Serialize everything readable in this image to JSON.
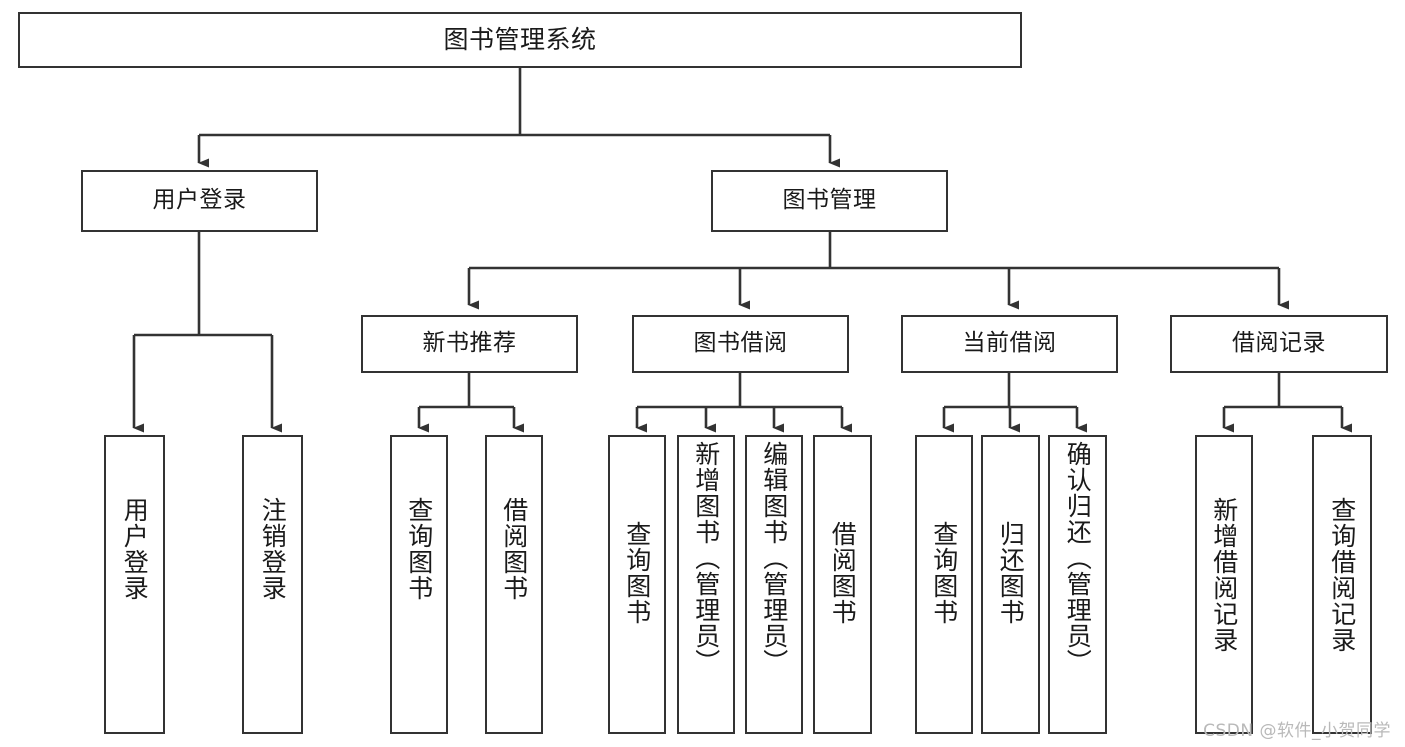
{
  "diagram": {
    "title": "图书管理系统",
    "type": "tree-hierarchy-chart",
    "orientation": "top-down",
    "colors": {
      "stroke": "#333333",
      "fill": "#ffffff",
      "text": "#1a1a1a",
      "watermark": "#b9b9b9"
    },
    "nodes": {
      "root": {
        "label": "图书管理系统",
        "level": 1
      },
      "level2": [
        {
          "id": "user-login",
          "label": "用户登录"
        },
        {
          "id": "book-manage",
          "label": "图书管理"
        }
      ],
      "level3": [
        {
          "id": "new-book-recommend",
          "label": "新书推荐"
        },
        {
          "id": "book-borrow",
          "label": "图书借阅"
        },
        {
          "id": "current-borrow",
          "label": "当前借阅"
        },
        {
          "id": "borrow-record",
          "label": "借阅记录"
        }
      ],
      "leaves": {
        "user-login": [
          {
            "id": "leaf-user-login",
            "label": "用户登录"
          },
          {
            "id": "leaf-user-logout",
            "label": "注销登录"
          }
        ],
        "new-book-recommend": [
          {
            "id": "leaf-query-book-1",
            "label": "查询图书"
          },
          {
            "id": "leaf-borrow-book-1",
            "label": "借阅图书"
          }
        ],
        "book-borrow": [
          {
            "id": "leaf-query-book-2",
            "label": "查询图书"
          },
          {
            "id": "leaf-add-book",
            "label": "新增图书（管理员）"
          },
          {
            "id": "leaf-edit-book",
            "label": "编辑图书（管理员）"
          },
          {
            "id": "leaf-borrow-book-2",
            "label": "借阅图书"
          }
        ],
        "current-borrow": [
          {
            "id": "leaf-query-book-3",
            "label": "查询图书"
          },
          {
            "id": "leaf-return-book",
            "label": "归还图书"
          },
          {
            "id": "leaf-confirm-return",
            "label": "确认归还（管理员）"
          }
        ],
        "borrow-record": [
          {
            "id": "leaf-add-record",
            "label": "新增借阅记录"
          },
          {
            "id": "leaf-query-record",
            "label": "查询借阅记录"
          }
        ]
      }
    },
    "watermark": "CSDN @软件_小贺同学"
  }
}
